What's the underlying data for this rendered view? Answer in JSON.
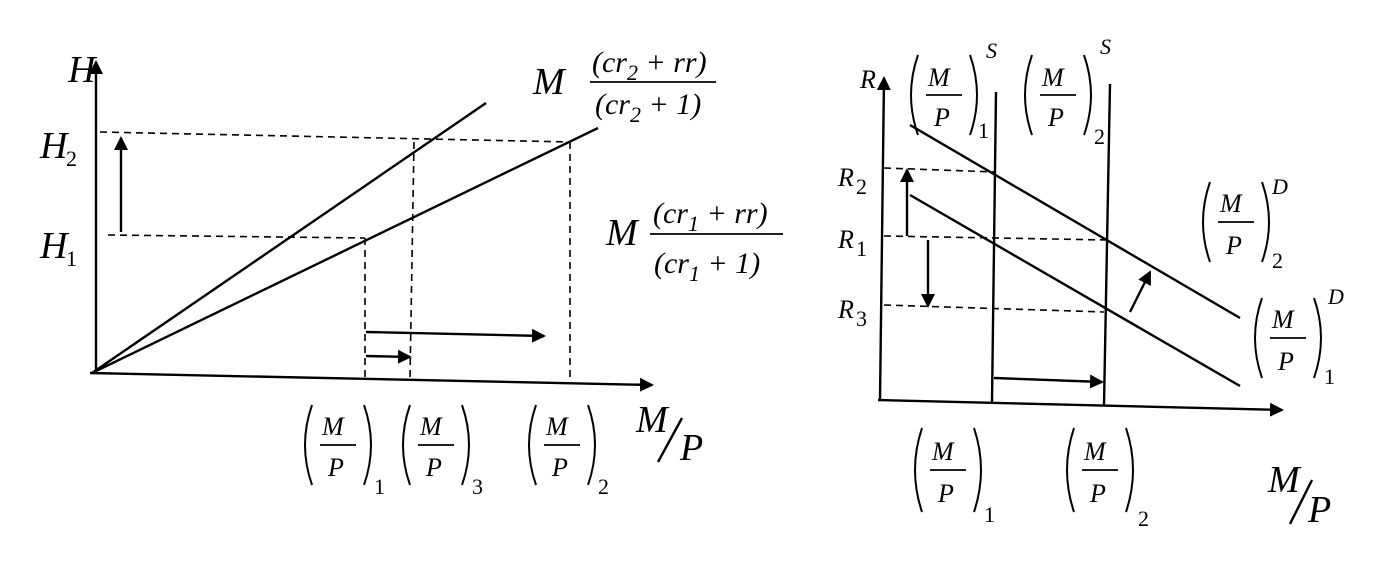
{
  "left": {
    "y_axis": "H",
    "y_ticks": [
      {
        "base": "H",
        "sub": "2"
      },
      {
        "base": "H",
        "sub": "1"
      }
    ],
    "x_axis": {
      "num": "M",
      "den": "P"
    },
    "line_top": {
      "coef": "M",
      "num": "(cr",
      "num_sub": "2",
      "num_rest": " + rr)",
      "den": "(cr",
      "den_sub": "2",
      "den_rest": " + 1)"
    },
    "line_bottom": {
      "coef": "M",
      "num": "(cr",
      "num_sub": "1",
      "num_rest": " + rr)",
      "den": "(cr",
      "den_sub": "1",
      "den_rest": " + 1)"
    },
    "x_ticks": [
      {
        "num": "M",
        "den": "P",
        "sub": "1"
      },
      {
        "num": "M",
        "den": "P",
        "sub": "3"
      },
      {
        "num": "M",
        "den": "P",
        "sub": "2"
      }
    ]
  },
  "right": {
    "y_axis": "R",
    "y_ticks": [
      {
        "base": "R",
        "sub": "2"
      },
      {
        "base": "R",
        "sub": "1"
      },
      {
        "base": "R",
        "sub": "3"
      }
    ],
    "x_axis": {
      "num": "M",
      "den": "P"
    },
    "supply": [
      {
        "num": "M",
        "den": "P",
        "sub": "1",
        "sup": "S"
      },
      {
        "num": "M",
        "den": "P",
        "sub": "2",
        "sup": "S"
      }
    ],
    "demand": [
      {
        "num": "M",
        "den": "P",
        "sub": "2",
        "sup": "D"
      },
      {
        "num": "M",
        "den": "P",
        "sub": "1",
        "sup": "D"
      }
    ],
    "x_ticks": [
      {
        "num": "M",
        "den": "P",
        "sub": "1"
      },
      {
        "num": "M",
        "den": "P",
        "sub": "2"
      }
    ]
  }
}
